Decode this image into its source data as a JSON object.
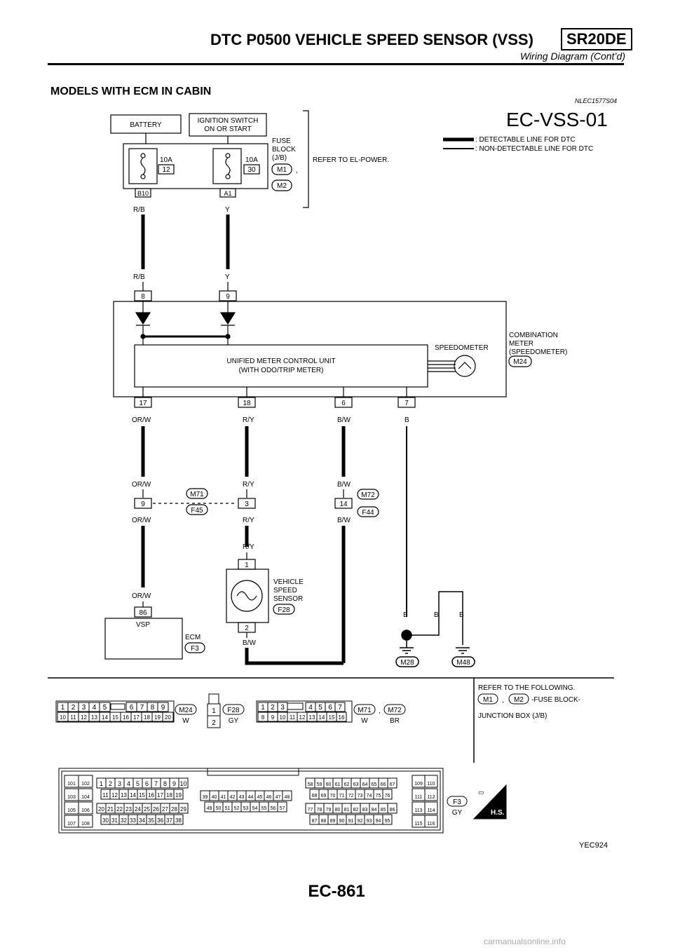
{
  "header": {
    "title": "DTC P0500 VEHICLE SPEED SENSOR (VSS)",
    "engine_badge": "SR20DE",
    "subtitle": "Wiring Diagram (Cont’d)"
  },
  "section": {
    "title": "MODELS WITH ECM IN CABIN",
    "code": "NLEC1577S04"
  },
  "diagram_id": "EC-VSS-01",
  "legend": {
    "detectable": ": DETECTABLE LINE FOR DTC",
    "non_detectable": ": NON-DETECTABLE LINE FOR DTC"
  },
  "power": {
    "battery": "BATTERY",
    "ign_line1": "IGNITION SWITCH",
    "ign_line2": "ON OR START",
    "fuse_a_amp": "10A",
    "fuse_a_num": "12",
    "fuse_b_amp": "10A",
    "fuse_b_num": "30",
    "term_a": "B10",
    "term_b": "A1",
    "fuse_block_1": "FUSE",
    "fuse_block_2": "BLOCK",
    "fuse_block_3": "(J/B)",
    "conn_m1": "M1",
    "conn_m2": "M2",
    "comma": ",",
    "refer": "REFER TO EL-POWER."
  },
  "wires": {
    "rb": "R/B",
    "y": "Y",
    "orw": "OR/W",
    "ry": "R/Y",
    "bw": "B/W",
    "b": "B"
  },
  "meter": {
    "pin_8": "8",
    "pin_9": "9",
    "pin_17": "17",
    "pin_18": "18",
    "pin_6": "6",
    "pin_7": "7",
    "unit_line1": "UNIFIED METER CONTROL UNIT",
    "unit_line2": "(WITH ODO/TRIP METER)",
    "speedometer": "SPEEDOMETER",
    "label_1": "COMBINATION",
    "label_2": "METER",
    "label_3": "(SPEEDOMETER)",
    "conn": "M24"
  },
  "joints": {
    "pin_9": "9",
    "pin_3": "3",
    "pin_14": "14",
    "m71": "M71",
    "f45": "F45",
    "m72": "M72",
    "f44": "F44"
  },
  "sensor": {
    "pin_1": "1",
    "pin_2": "2",
    "label_1": "VEHICLE",
    "label_2": "SPEED",
    "label_3": "SENSOR",
    "conn": "F28"
  },
  "ecm": {
    "pin": "86",
    "signal": "VSP",
    "label": "ECM",
    "conn": "F3"
  },
  "grounds": {
    "m28": "M28",
    "m48": "M48"
  },
  "connectors": {
    "refer_1": "REFER TO THE FOLLOWING.",
    "refer_m1": "M1",
    "refer_comma": ",",
    "refer_m2": "M2",
    "refer_fuse": "-FUSE BLOCK-",
    "refer_2": "JUNCTION BOX (J/B)",
    "m24_top": [
      "1",
      "2",
      "3",
      "4",
      "5",
      "6",
      "7",
      "8",
      "9"
    ],
    "m24_bottom": [
      "10",
      "11",
      "12",
      "13",
      "14",
      "15",
      "16",
      "17",
      "18",
      "19",
      "20"
    ],
    "m24_id": "M24",
    "m24_color": "W",
    "f28_pins": [
      "1",
      "2"
    ],
    "f28_id": "F28",
    "f28_color": "GY",
    "m71_top": [
      "1",
      "2",
      "3",
      "4",
      "5",
      "6",
      "7"
    ],
    "m71_bottom": [
      "8",
      "9",
      "10",
      "11",
      "12",
      "13",
      "14",
      "15",
      "16"
    ],
    "m71_id": "M71",
    "m71_color": "W",
    "m71_sep": ",",
    "m72_id": "M72",
    "m72_color": "BR",
    "ecm_left": [
      "101",
      "102",
      "103",
      "104",
      "105",
      "106",
      "107",
      "108"
    ],
    "ecm_r1": [
      "1",
      "2",
      "3",
      "4",
      "5",
      "6",
      "7",
      "8",
      "9",
      "10"
    ],
    "ecm_r2": [
      "11",
      "12",
      "13",
      "14",
      "15",
      "16",
      "17",
      "18",
      "19"
    ],
    "ecm_r3": [
      "20",
      "21",
      "22",
      "23",
      "24",
      "25",
      "26",
      "27",
      "28",
      "29"
    ],
    "ecm_r4": [
      "30",
      "31",
      "32",
      "33",
      "34",
      "35",
      "36",
      "37",
      "38"
    ],
    "ecm_m1": [
      "39",
      "40",
      "41",
      "42",
      "43",
      "44",
      "45",
      "46",
      "47",
      "48"
    ],
    "ecm_m2": [
      "49",
      "50",
      "51",
      "52",
      "53",
      "54",
      "55",
      "56",
      "57"
    ],
    "ecm_n1": [
      "58",
      "59",
      "60",
      "61",
      "62",
      "63",
      "64",
      "65",
      "66",
      "67"
    ],
    "ecm_n2": [
      "68",
      "69",
      "70",
      "71",
      "72",
      "73",
      "74",
      "75",
      "76"
    ],
    "ecm_n3": [
      "77",
      "78",
      "79",
      "80",
      "81",
      "82",
      "83",
      "84",
      "85",
      "86"
    ],
    "ecm_n4": [
      "87",
      "88",
      "89",
      "90",
      "91",
      "92",
      "93",
      "94",
      "95"
    ],
    "ecm_right": [
      "109",
      "110",
      "111",
      "112",
      "113",
      "114",
      "115",
      "116"
    ],
    "ecm_id": "F3",
    "ecm_color": "GY",
    "hs_badge": "H.S."
  },
  "footer": {
    "figure_id": "YEC924",
    "page": "EC-861",
    "watermark": "carmanualsonline.info"
  }
}
